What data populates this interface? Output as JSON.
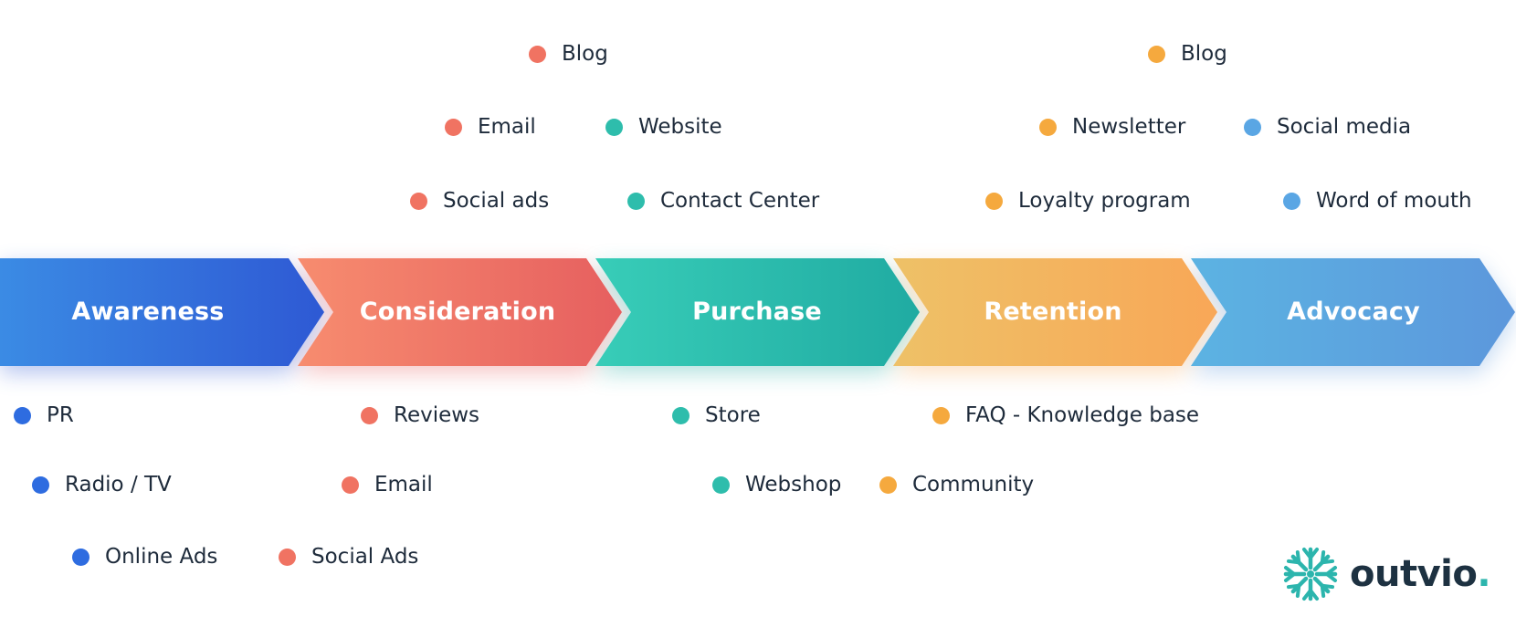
{
  "stages": [
    {
      "label": "Awareness",
      "color_from": "#3b8be4",
      "color_to": "#2e59d4"
    },
    {
      "label": "Consideration",
      "color_from": "#f78c6f",
      "color_to": "#e65f5f"
    },
    {
      "label": "Purchase",
      "color_from": "#38cdb8",
      "color_to": "#20aba2"
    },
    {
      "label": "Retention",
      "color_from": "#eec167",
      "color_to": "#f8a757"
    },
    {
      "label": "Advocacy",
      "color_from": "#5cb3e2",
      "color_to": "#5c97dc"
    }
  ],
  "dot_colors": {
    "awareness": "#2e6ce0",
    "consideration": "#f07362",
    "purchase": "#2ebdac",
    "retention": "#f5a93e",
    "advocacy": "#5aa6e4"
  },
  "touchpoints": [
    {
      "label": "Blog",
      "stage": "consideration"
    },
    {
      "label": "Email",
      "stage": "consideration"
    },
    {
      "label": "Website",
      "stage": "purchase"
    },
    {
      "label": "Social ads",
      "stage": "consideration"
    },
    {
      "label": "Contact Center",
      "stage": "purchase"
    },
    {
      "label": "Blog",
      "stage": "retention"
    },
    {
      "label": "Newsletter",
      "stage": "retention"
    },
    {
      "label": "Social media",
      "stage": "advocacy"
    },
    {
      "label": "Loyalty program",
      "stage": "retention"
    },
    {
      "label": "Word of mouth",
      "stage": "advocacy"
    },
    {
      "label": "PR",
      "stage": "awareness"
    },
    {
      "label": "Radio / TV",
      "stage": "awareness"
    },
    {
      "label": "Online Ads",
      "stage": "awareness"
    },
    {
      "label": "Reviews",
      "stage": "consideration"
    },
    {
      "label": "Email",
      "stage": "consideration"
    },
    {
      "label": "Social Ads",
      "stage": "consideration"
    },
    {
      "label": "Store",
      "stage": "purchase"
    },
    {
      "label": "Webshop",
      "stage": "purchase"
    },
    {
      "label": "FAQ - Knowledge base",
      "stage": "retention"
    },
    {
      "label": "Community",
      "stage": "retention"
    }
  ],
  "logo": {
    "text": "outvio",
    "dot": ".",
    "mark_color": "#2cb5ad",
    "text_color": "#1d3141"
  }
}
